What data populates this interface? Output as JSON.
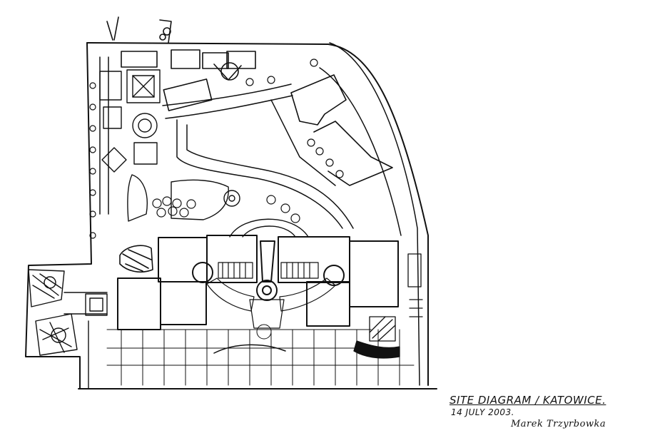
{
  "drawing": {
    "title": "SITE DIAGRAM / KATOWICE.",
    "date": "14 JULY 2003.",
    "signature": "Marek Trzyrbowka"
  },
  "colors": {
    "ink": "#111111",
    "paper": "#ffffff"
  }
}
